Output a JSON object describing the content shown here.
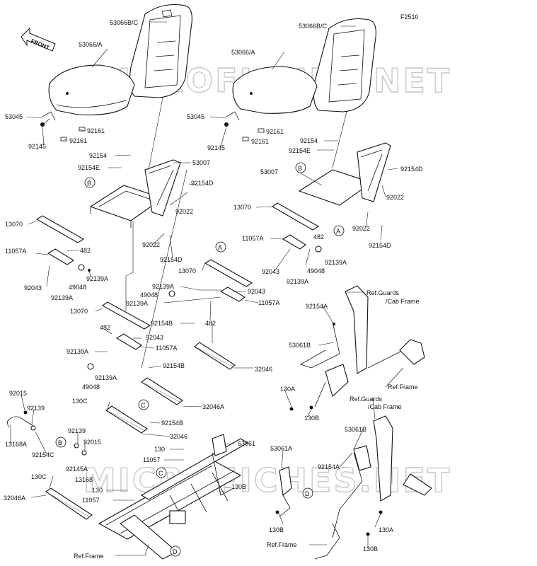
{
  "figure_code": "F2510",
  "watermark": "MICROFICHES.NET",
  "front_label": "FRONT",
  "callouts": {
    "A": "A",
    "B": "B",
    "C": "C",
    "D": "D"
  },
  "labels": {
    "l_53066BC_left": "53066B/C",
    "l_53066BC_right": "53066B/C",
    "l_53066A_left": "53066/A",
    "l_53066A_right": "53066/A",
    "l_53045_left": "53045",
    "l_53045_right": "53045",
    "l_92161_l1": "92161",
    "l_92161_l2": "92161",
    "l_92161_r1": "92161",
    "l_92161_r2": "92161",
    "l_92145_left": "92145",
    "l_92145_right": "92145",
    "l_92154_left": "92154",
    "l_92154E_left": "92154E",
    "l_53007_left": "53007",
    "l_92154D_l1": "92154D",
    "l_92022_l1": "92022",
    "l_92022_l2": "92022",
    "l_92154D_l2": "92154D",
    "l_13070_l1": "13070",
    "l_11057A_l1": "11057A",
    "l_482_l1": "482",
    "l_92043_l1": "92043",
    "l_92139A_l1": "92139A",
    "l_49048_l1": "49048",
    "l_92139A_l2": "92139A",
    "l_92154_right": "92154",
    "l_92154E_right": "92154E",
    "l_53007_right": "53007",
    "l_92154D_r1": "92154D",
    "l_92022_r1": "92022",
    "l_13070_r1": "13070",
    "l_92022_r2": "92022",
    "l_92154D_r2": "92154D",
    "l_11057A_r1": "11057A",
    "l_482_r1": "482",
    "l_92043_r1": "92043",
    "l_49048_r1": "49048",
    "l_92139A_r1": "92139A",
    "l_92139A_r2": "92139A",
    "l_13070_m1": "13070",
    "l_92139A_m1": "92139A",
    "l_49048_m1": "49048",
    "l_92139A_m2": "92139A",
    "l_92043_m1": "92043",
    "l_11057A_m1": "11057A",
    "l_482_m1": "482",
    "l_92154B_m1": "92154B",
    "l_13070_c1": "13070",
    "l_482_c1": "482",
    "l_92043_c1": "92043",
    "l_11057A_c1": "11057A",
    "l_92139A_c1": "92139A",
    "l_92139A_c2": "92139A",
    "l_49048_c1": "49048",
    "l_92154B_c1": "92154B",
    "l_32046_c1": "32046",
    "l_32046A_c1": "32046A",
    "l_130C_c1": "130C",
    "l_92154B_c2": "92154B",
    "l_32046_c2": "32046",
    "l_92015_a": "92015",
    "l_92139_a": "92139",
    "l_13168A": "13168A",
    "l_92154C": "92154C",
    "l_92139_b": "92139",
    "l_92015_b": "92015",
    "l_92145A": "92145A",
    "l_13168": "13168",
    "l_130_b": "130",
    "l_11057_a": "11057",
    "l_130C_b": "130C",
    "l_32046A_b": "32046A",
    "l_130_c": "130",
    "l_11057_b": "11057",
    "l_53061_a": "53061",
    "l_130B_a": "130B",
    "l_ref_frame_a": "Ref.Frame",
    "l_ref_guards_a": "Ref.Guards",
    "l_cab_frame_a": "/Cab Frame",
    "l_92154A_a": "92154A",
    "l_53061B_a": "53061B",
    "l_ref_frame_b": "Ref.Frame",
    "l_130A_a": "130A",
    "l_130B_b": "130B",
    "l_ref_guards_b": "Ref.Guards",
    "l_cab_frame_b": "/Cab Frame",
    "l_53061A": "53061A",
    "l_53061B_b": "53061B",
    "l_92154A_b": "92154A",
    "l_130B_c": "130B",
    "l_130A_b": "130A",
    "l_ref_frame_c": "Ref.Frame",
    "l_130B_d": "130B"
  }
}
